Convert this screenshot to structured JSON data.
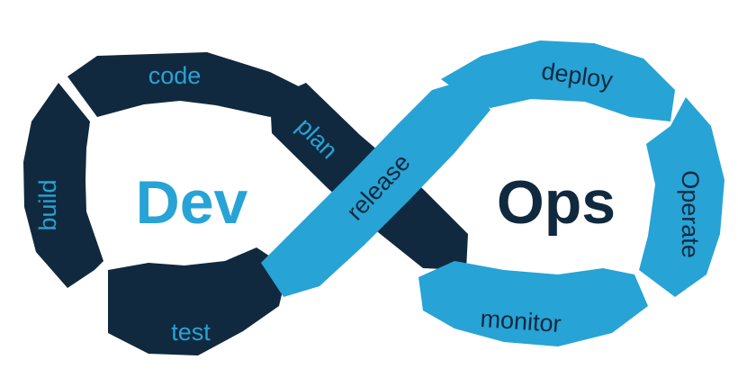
{
  "diagram": {
    "left_title": "Dev",
    "right_title": "Ops",
    "stages": {
      "code": "code",
      "build": "build",
      "test": "test",
      "plan": "plan",
      "release": "release",
      "deploy": "deploy",
      "operate": "Operate",
      "monitor": "monitor"
    }
  },
  "colors": {
    "dev_ring": "#11293e",
    "ops_ring": "#27a3d6",
    "dev_title": "#27a3d6",
    "ops_title": "#11293e",
    "dev_stage_text": "#27a3d6",
    "ops_stage_text": "#11293e",
    "background": "#ffffff"
  }
}
